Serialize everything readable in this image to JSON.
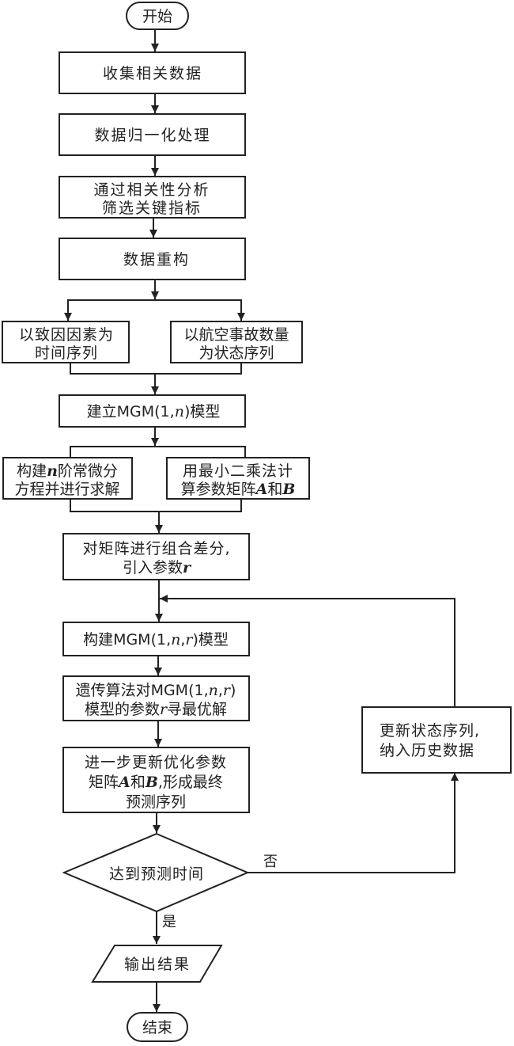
{
  "diagram": {
    "type": "flowchart",
    "nodes": {
      "start": {
        "shape": "terminal",
        "label": "开始"
      },
      "collect": {
        "shape": "process",
        "label": "收集相关数据"
      },
      "normalize": {
        "shape": "process",
        "label": "数据归一化处理"
      },
      "screen": {
        "shape": "process",
        "lines": [
          "通过相关性分析",
          "筛选关键指标"
        ]
      },
      "reconstruct": {
        "shape": "process",
        "label": "数据重构"
      },
      "time_seq": {
        "shape": "process",
        "lines": [
          "以致因因素为",
          "时间序列"
        ]
      },
      "state_seq": {
        "shape": "process",
        "lines": [
          "以航空事故数量",
          "为状态序列"
        ]
      },
      "build_mgm": {
        "shape": "process",
        "parts": [
          "建立MGM(1,",
          "n",
          ")模型"
        ]
      },
      "ode": {
        "shape": "process",
        "line1_parts": [
          "构建",
          "n",
          "阶常微分"
        ],
        "line2": "方程并进行求解"
      },
      "lsq": {
        "shape": "process",
        "line1": "用最小二乘法计",
        "line2_parts": [
          "算参数矩阵",
          "A",
          "和",
          "B"
        ]
      },
      "diff": {
        "shape": "process",
        "line1": "对矩阵进行组合差分,",
        "line2_parts": [
          "引入参数",
          "r"
        ]
      },
      "build_mgmr": {
        "shape": "process",
        "parts": [
          "构建MGM(1,",
          "n",
          ",",
          "r",
          ")模型"
        ]
      },
      "ga": {
        "shape": "process",
        "line1_parts": [
          "遗传算法对MGM(1,",
          "n",
          ",",
          "r",
          ")"
        ],
        "line2_parts": [
          "模型的参数",
          "r",
          "寻最优解"
        ]
      },
      "update_params": {
        "shape": "process",
        "line1": "进一步更新优化参数",
        "line2_parts": [
          "矩阵",
          "A",
          "和",
          "B",
          ",形成最终"
        ],
        "line3": "预测序列"
      },
      "decision": {
        "shape": "decision",
        "label": "达到预测时间"
      },
      "update_state": {
        "shape": "process",
        "lines": [
          "更新状态序列,",
          "纳入历史数据"
        ]
      },
      "output": {
        "shape": "io",
        "label": "输出结果"
      },
      "end": {
        "shape": "terminal",
        "label": "结束"
      }
    },
    "edge_labels": {
      "no": "否",
      "yes": "是"
    }
  }
}
